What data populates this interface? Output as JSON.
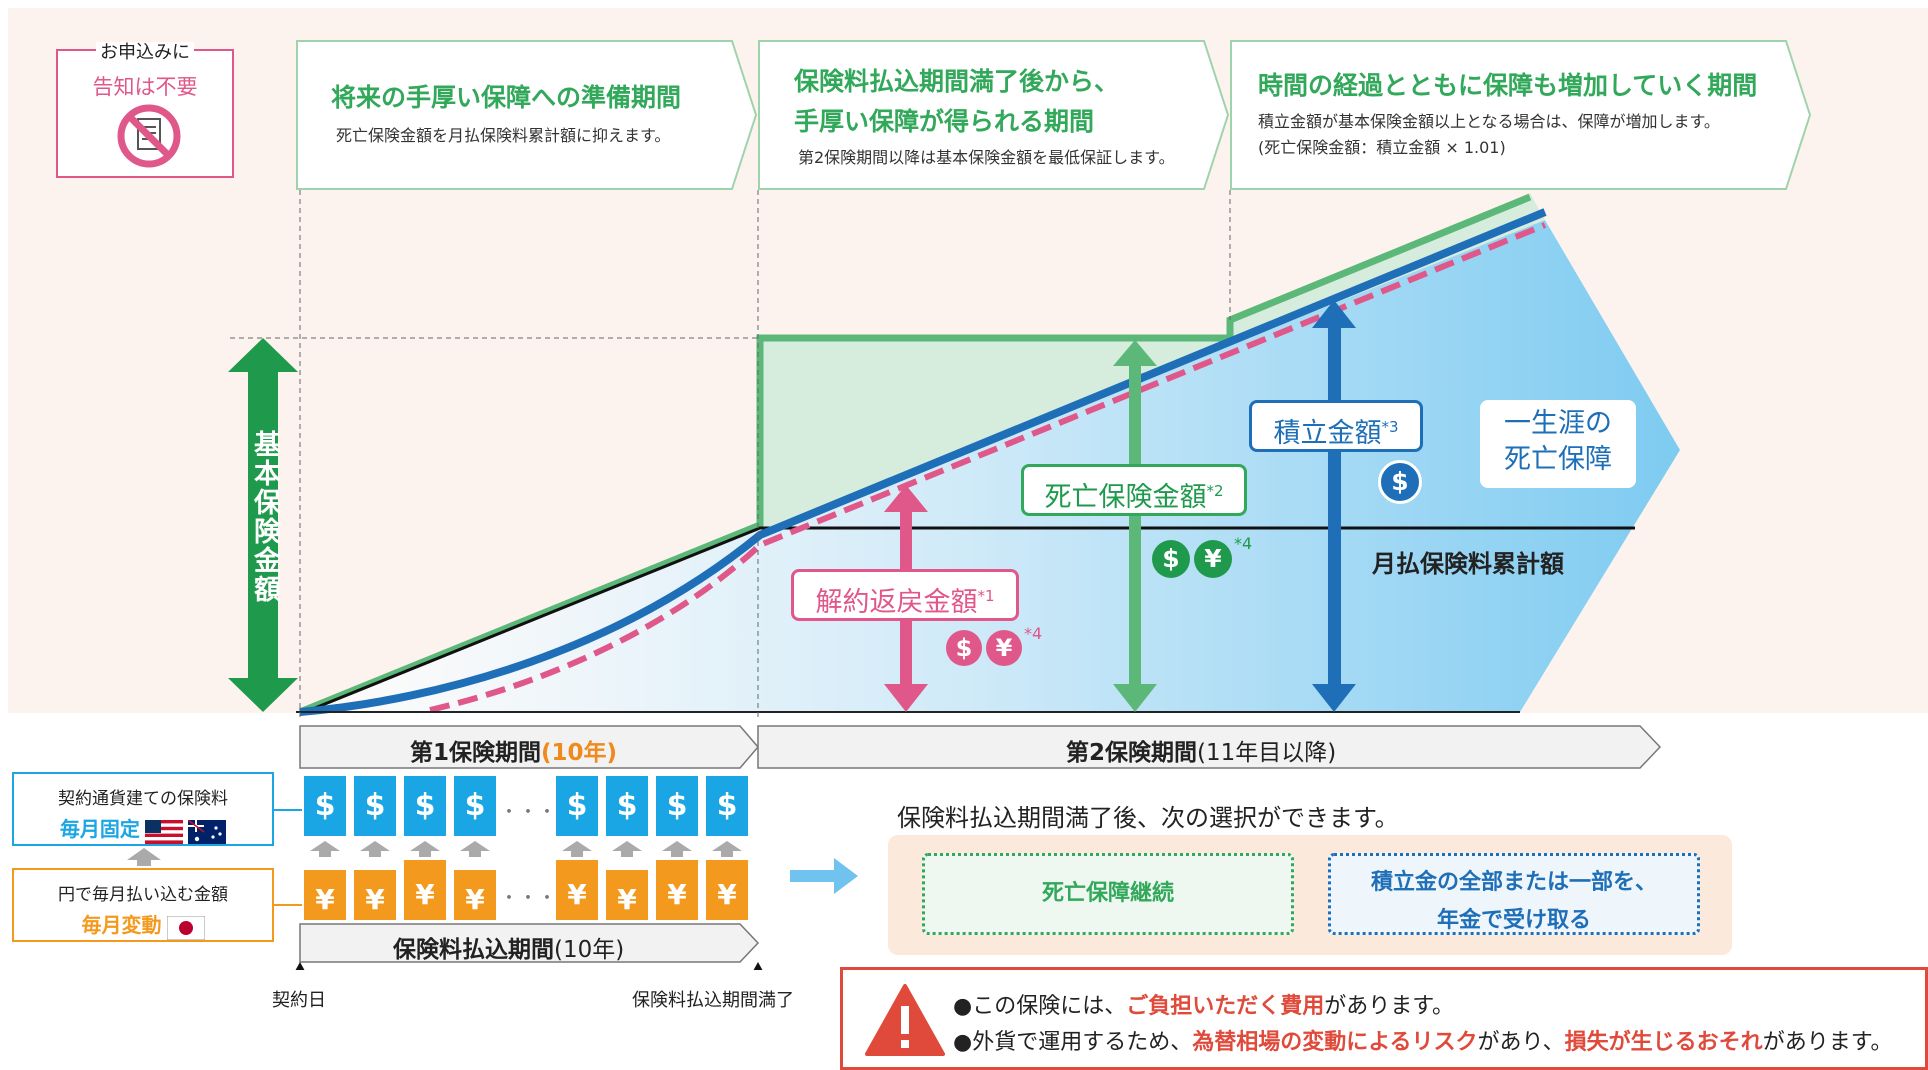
{
  "notice": {
    "line1": "お申込みに",
    "line2": "告知は不要",
    "icon": "no-document-icon"
  },
  "phases": [
    {
      "title": "将来の手厚い保障への準備期間",
      "sub": "死亡保険金額を月払保険料累計額に抑えます。"
    },
    {
      "title_l1": "保険料払込期間満了後から、",
      "title_l2": "手厚い保障が得られる期間",
      "sub": "第2保険期間以降は基本保険金額を最低保証します。"
    },
    {
      "title": "時間の経過とともに保障も増加していく期間",
      "sub_l1": "積立金額が基本保険金額以上となる場合は、保障が増加します。",
      "sub_l2": "(死亡保険金額：積立金額 × 1.01)"
    }
  ],
  "axis_label": "基本保険金額",
  "labels": {
    "cash_value": "解約返戻金額",
    "cash_value_note": "*1",
    "death_benefit": "死亡保険金額",
    "death_benefit_note": "*2",
    "accumulation": "積立金額",
    "accumulation_note": "*3",
    "currency_note": "*4",
    "lifetime_l1": "一生涯の",
    "lifetime_l2": "死亡保障",
    "cumulative_premium": "月払保険料累計額"
  },
  "periods": {
    "first_main": "第1保険期間",
    "first_paren": "(10年)",
    "second_main": "第2保険期間",
    "second_paren": "(11年目以降)",
    "payment": "保険料払込期間",
    "payment_paren": "(10年)"
  },
  "premium_boxes": {
    "contract_title": "契約通貨建ての保険料",
    "contract_value": "毎月固定",
    "yen_title": "円で毎月払い込む金額",
    "yen_value": "毎月変動",
    "ellipsis": "・・・"
  },
  "markers": {
    "start": "契約日",
    "end": "保険料払込期間満了"
  },
  "symbols": {
    "dollar": "$",
    "yen": "¥"
  },
  "options": {
    "intro": "保険料払込期間満了後、次の選択ができます。",
    "opt1": "死亡保障継続",
    "opt2_l1": "積立金の全部または一部を、",
    "opt2_l2": "年金で受け取る"
  },
  "warning": {
    "l1_a": "●この保険には、",
    "l1_b": "ご負担いただく費用",
    "l1_c": "があります。",
    "l2_a": "●外貨で運用するため、",
    "l2_b": "為替相場の変動によるリスク",
    "l2_c": "があり、",
    "l2_d": "損失が生じるおそれ",
    "l2_e": "があります。"
  },
  "colors": {
    "green": "#32a85a",
    "dark_green": "#1f9a4c",
    "blue": "#1e6fb8",
    "pink": "#e0578a",
    "light_blue": "#6fc3ee",
    "orange": "#f39a1e",
    "coin_blue": "#1aa6e4",
    "warn_red": "#e04a3b"
  }
}
